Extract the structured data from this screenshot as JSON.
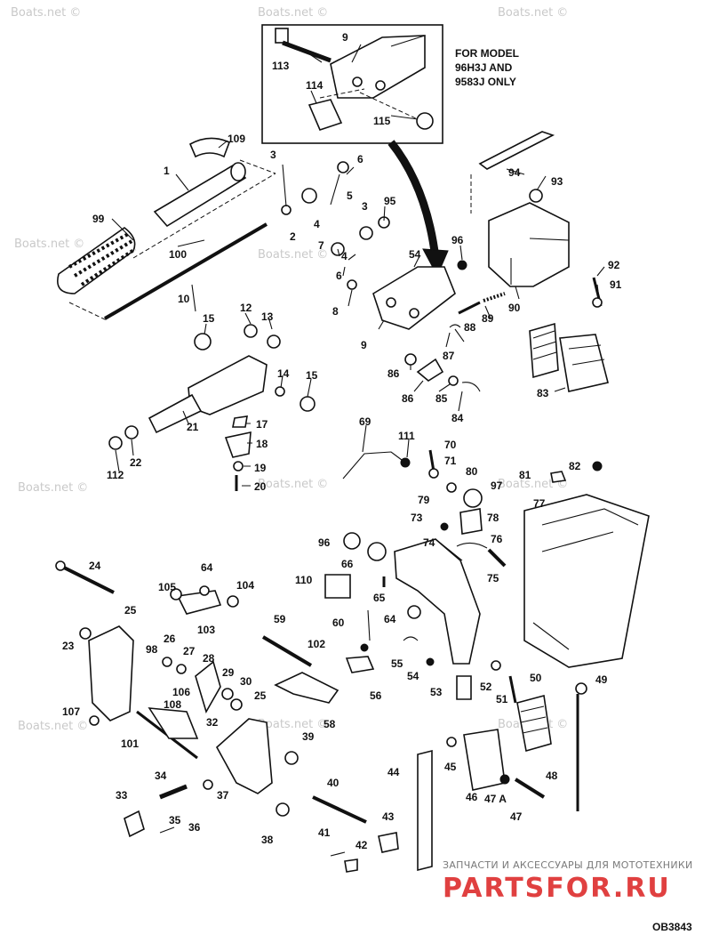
{
  "note_lines": [
    "FOR MODEL",
    "96H3J AND",
    "9583J ONLY"
  ],
  "diagram_code": "OB3843",
  "brand_subtitle": "ЗАПЧАСТИ И АКСЕССУАРЫ ДЛЯ МОТОТЕХНИКИ",
  "brand_name": "PARTSFOR.RU",
  "watermark_text": "Boats.net ©",
  "labels": {
    "l113": "113",
    "l9a": "9",
    "l114": "114",
    "l115": "115",
    "l109": "109",
    "l1": "1",
    "l3a": "3",
    "l6a": "6",
    "l5": "5",
    "l99": "99",
    "l100": "100",
    "l2": "2",
    "l4a": "4",
    "l3b": "3",
    "l95": "95",
    "l94": "94",
    "l93": "93",
    "l10": "10",
    "l7": "7",
    "l4b": "4",
    "l54a": "54",
    "l96a": "96",
    "l92": "92",
    "l91": "91",
    "l6b": "6",
    "l8": "8",
    "l9b": "9",
    "l89": "89",
    "l90": "90",
    "l88": "88",
    "l87": "87",
    "l15a": "15",
    "l12": "12",
    "l13": "13",
    "l14": "14",
    "l15b": "15",
    "l86a": "86",
    "l86b": "86",
    "l85": "85",
    "l84": "84",
    "l83": "83",
    "l21": "21",
    "l17": "17",
    "l18": "18",
    "l112": "112",
    "l22": "22",
    "l19": "19",
    "l20": "20",
    "l69": "69",
    "l111": "111",
    "l70": "70",
    "l71": "71",
    "l80": "80",
    "l81": "81",
    "l82": "82",
    "l79": "79",
    "l97": "97",
    "l77": "77",
    "l73": "73",
    "l78": "78",
    "l96b": "96",
    "l74": "74",
    "l76": "76",
    "l66": "66",
    "l75": "75",
    "l24": "24",
    "l64a": "64",
    "l105": "105",
    "l104": "104",
    "l110": "110",
    "l65": "65",
    "l25a": "25",
    "l103": "103",
    "l64b": "64",
    "l59": "59",
    "l60": "60",
    "l23": "23",
    "l98": "98",
    "l26": "26",
    "l102": "102",
    "l28": "28",
    "l27": "27",
    "l55": "55",
    "l29": "29",
    "l54b": "54",
    "l49": "49",
    "l106": "106",
    "l30": "30",
    "l25b": "25",
    "l52": "52",
    "l50": "50",
    "l107": "107",
    "l108": "108",
    "l53": "53",
    "l32": "32",
    "l51": "51",
    "l56": "56",
    "l58": "58",
    "l101": "101",
    "l39": "39",
    "l45": "45",
    "l44": "44",
    "l48": "48",
    "l34": "34",
    "l40": "40",
    "l37": "37",
    "l46": "46",
    "l47a": "47 A",
    "l33": "33",
    "l35": "35",
    "l36": "36",
    "l43": "43",
    "l47": "47",
    "l41": "41",
    "l38": "38",
    "l42": "42"
  }
}
